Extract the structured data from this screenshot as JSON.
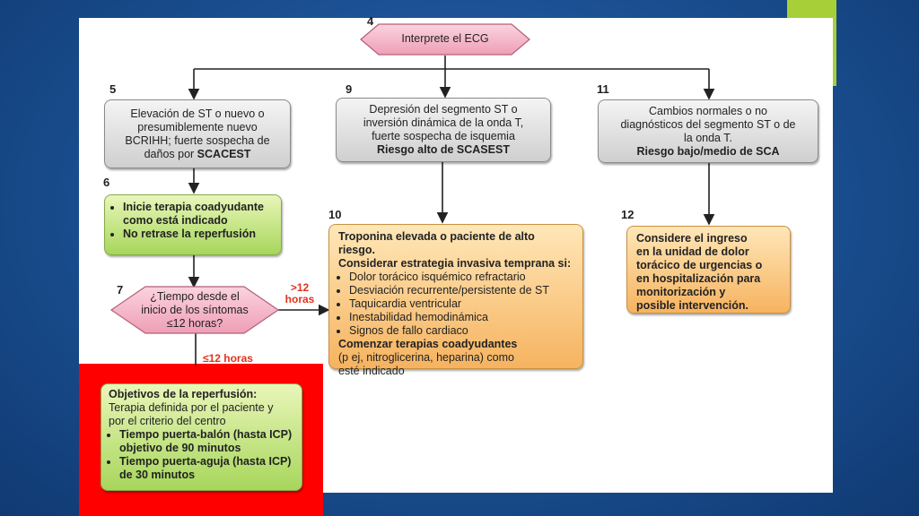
{
  "slide": {
    "accent_color": "#a6cf38",
    "highlight_color": "#ff0000"
  },
  "flowchart": {
    "step4": {
      "number": "4",
      "text": "Interprete el ECG"
    },
    "step5": {
      "number": "5",
      "lines": [
        "Elevación de ST o nuevo o",
        "presumiblemente nuevo",
        "BCRIHH; fuerte sospecha de"
      ],
      "last_plain": "daños por ",
      "last_bold": "SCACEST"
    },
    "step9": {
      "number": "9",
      "lines": [
        "Depresión del segmento ST o",
        "inversión dinámica de la onda T,",
        "fuerte sospecha de isquemia"
      ],
      "bold": "Riesgo alto de SCASEST"
    },
    "step11": {
      "number": "11",
      "lines": [
        "Cambios normales o no",
        "diagnósticos del segmento ST o de",
        "la onda T."
      ],
      "bold": "Riesgo bajo/medio de SCA"
    },
    "step6": {
      "number": "6",
      "items": [
        "Inicie terapia coadyudante como está indicado",
        "No retrase la reperfusión"
      ]
    },
    "step7": {
      "number": "7",
      "lines": [
        "¿Tiempo desde el",
        "inicio de los síntomas",
        "≤12 horas?"
      ]
    },
    "step10": {
      "number": "10",
      "header": [
        "Troponina elevada o paciente de alto riesgo.",
        "Considerar estrategia invasiva temprana si:"
      ],
      "items": [
        "Dolor torácico isquémico refractario",
        "Desviación recurrente/persistente de ST",
        "Taquicardia ventricular",
        "Inestabilidad hemodinámica",
        "Signos de fallo cardiaco"
      ],
      "footer_bold": "Comenzar terapias coadyudantes",
      "footer_lines": [
        "(p ej, nitroglicerina, heparina) como",
        "esté indicado"
      ]
    },
    "step12": {
      "number": "12",
      "lines": [
        "Considere el ingreso",
        "en la unidad de dolor",
        "torácico de urgencias o",
        "en hospitalización para",
        "monitorización y",
        "posible intervención."
      ]
    },
    "step8": {
      "title": "Objetivos de la reperfusión:",
      "lines": [
        "Terapia definida por el paciente y",
        "por el criterio del centro"
      ],
      "items": [
        "Tiempo puerta-balón (hasta ICP) objetivo de 90 minutos",
        "Tiempo puerta-aguja (hasta ICP) de 30 minutos"
      ]
    },
    "cond_gt12": [
      "&gt;12",
      "horas"
    ],
    "cond_gt12_text": [
      ">12",
      "horas"
    ],
    "cond_le12": "≤12 horas"
  }
}
